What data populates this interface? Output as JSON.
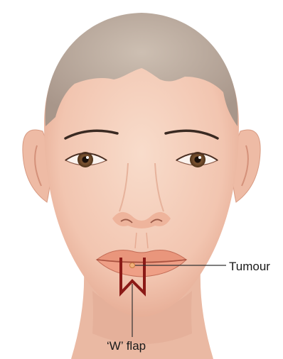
{
  "figure": {
    "subject": "face-illustration",
    "labels": {
      "tumour": "Tumour",
      "w_flap": "‘W’ flap"
    },
    "colors": {
      "skin": "#f3c9b5",
      "skin_shadow": "#e3a68e",
      "hair": "#b9a89a",
      "iris": "#6e4a2c",
      "lip": "#e9967c",
      "flap_outline": "#8b1a17",
      "tumour": "#f0b07a",
      "leader_line": "#333333"
    }
  }
}
